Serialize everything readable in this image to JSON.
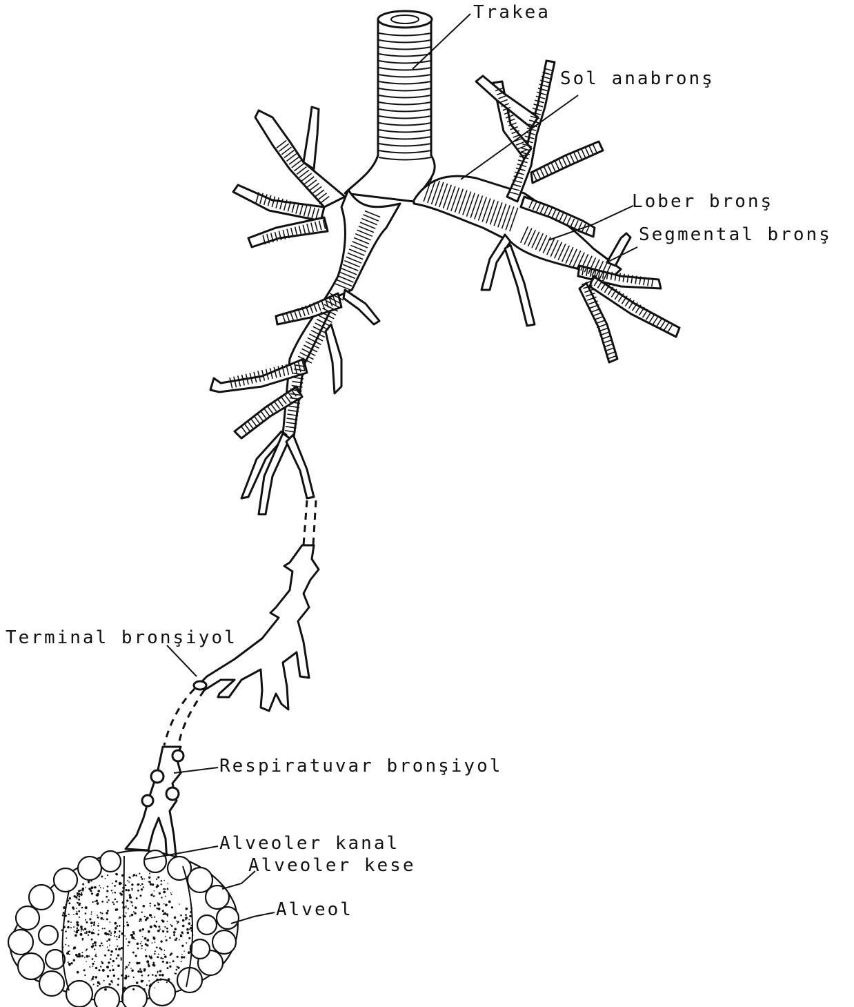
{
  "labels": {
    "trakea": "Trakea",
    "sol_anabrons": "Sol anabronş",
    "lober_brons": "Lober bronş",
    "segmental_brons": "Segmental bronş",
    "terminal_bronsiyol": "Terminal bronşiyol",
    "respiratuvar_bronsiyol": "Respiratuvar bronşiyol",
    "alveoler_kanal": "Alveoler kanal",
    "alveoler_kese": "Alveoler kese",
    "alveol": "Alveol"
  }
}
